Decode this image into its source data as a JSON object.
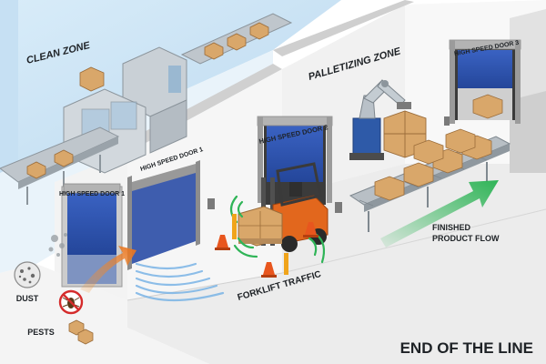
{
  "labels": {
    "clean_zone": "CLEAN ZONE",
    "palletizing_zone": "PALLETIZING ZONE",
    "door1_sign": "HIGH SPEED DOOR 1",
    "door1_face": "HIGH SPEED DOOR 1",
    "door2": "HIGH SPEED DOOR 2",
    "door3": "HIGH SPEED DOOR 3",
    "finished_line1": "FINISHED",
    "finished_line2": "PRODUCT FLOW",
    "forklift_traffic": "FORKLIFT TRAFFIC",
    "dust": "DUST",
    "pests": "PESTS",
    "title": "END OF THE LINE"
  },
  "colors": {
    "clean_zone_wall": "#cfe6f6",
    "clean_zone_text": "#2c73b5",
    "door_blue": "#2f55b3",
    "forklift_orange": "#e2671d",
    "flow_green": "#2fb457",
    "floor": "#eeeeee",
    "wall_white": "#f7f7f7"
  },
  "icons": [
    "dust-icon",
    "no-pests-icon",
    "green-flow-arrow-icon",
    "orange-arrow-icon",
    "motion-sensor-icon",
    "traffic-cone-icon",
    "robot-arm-icon",
    "forklift-icon"
  ]
}
